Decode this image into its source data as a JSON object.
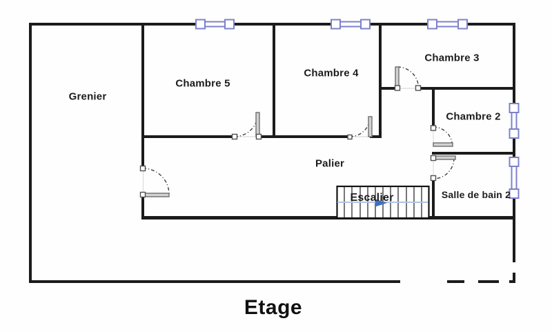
{
  "title": "Etage",
  "rooms": {
    "grenier": "Grenier",
    "chambre5": "Chambre 5",
    "chambre4": "Chambre 4",
    "chambre3": "Chambre 3",
    "chambre2": "Chambre 2",
    "palier": "Palier",
    "escalier": "Escalier",
    "salle_de_bain_2": "Salle de bain 2"
  },
  "colors": {
    "wall": "#1b1b1b",
    "window_frame": "#7d81c9",
    "door_leaf": "#d2d2d2",
    "door_leaf_border": "#6e6e6e",
    "stair_guide": "#b0c4e4",
    "stair_arrow": "#3f6ec6",
    "label_text": "#1c1c1c"
  }
}
